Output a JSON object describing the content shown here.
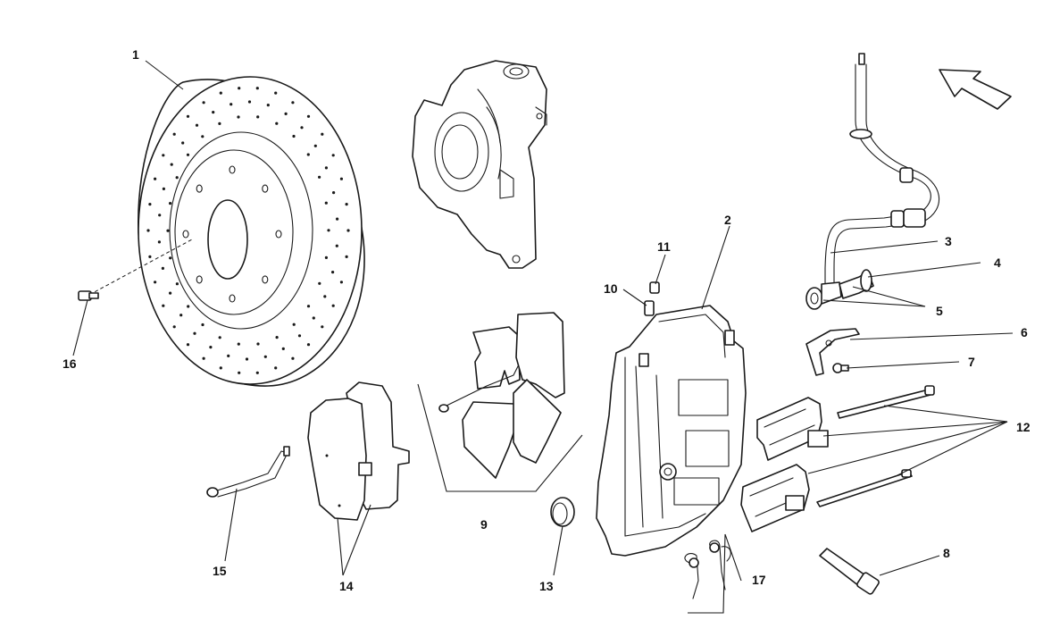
{
  "callouts": [
    "1",
    "2",
    "3",
    "4",
    "5",
    "6",
    "7",
    "8",
    "9",
    "10",
    "11",
    "12",
    "13",
    "14",
    "15",
    "16",
    "17"
  ],
  "direction_arrow": "arrow-icon",
  "colors": {
    "line": "#1a1a1a",
    "background": "#ffffff"
  }
}
